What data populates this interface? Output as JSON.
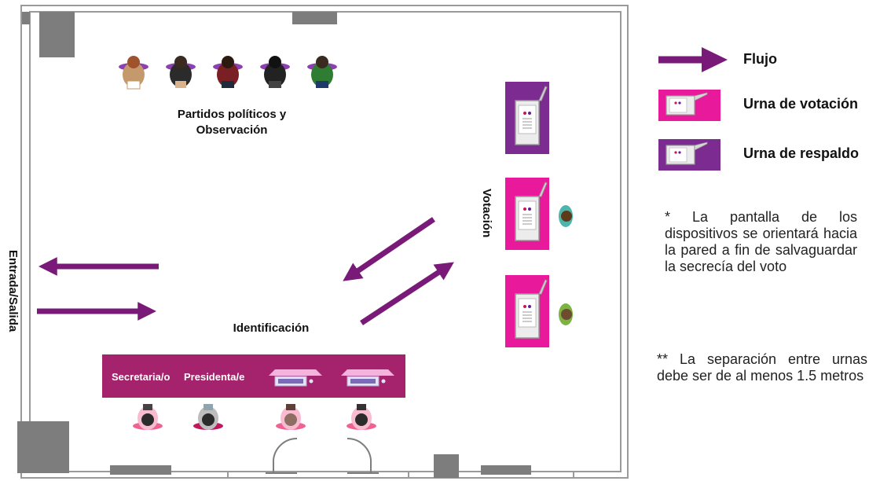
{
  "labels": {
    "parties_line1": "Partidos políticos y",
    "parties_line2": "Observación",
    "identification": "Identificación",
    "voting": "Votación",
    "entrance": "Entrada/Salida",
    "secretary": "Secretaria/o",
    "president": "Presidenta/e"
  },
  "legend": {
    "flow": "Flujo",
    "voting_urn": "Urna de votación",
    "backup_urn": "Urna de respaldo"
  },
  "notes": {
    "note1": "* La pantalla de los dispositivos se orientará hacia la pared a fin de salvaguardar la secrecía del voto",
    "note2": "** La separación entre urnas debe ser de al menos 1.5 metros"
  },
  "colors": {
    "flow_arrow": "#7a1a78",
    "voting_urn": "#e8199a",
    "backup_urn": "#7c2c90",
    "table": "#a4236c",
    "walls": "#9a9a9a",
    "wall_blocks": "#7d7d7d"
  },
  "icons": {
    "observer": "person-seated-icon",
    "poll_worker": "person-seated-icon",
    "urn": "voting-machine-icon",
    "laptop": "laptop-icon"
  }
}
